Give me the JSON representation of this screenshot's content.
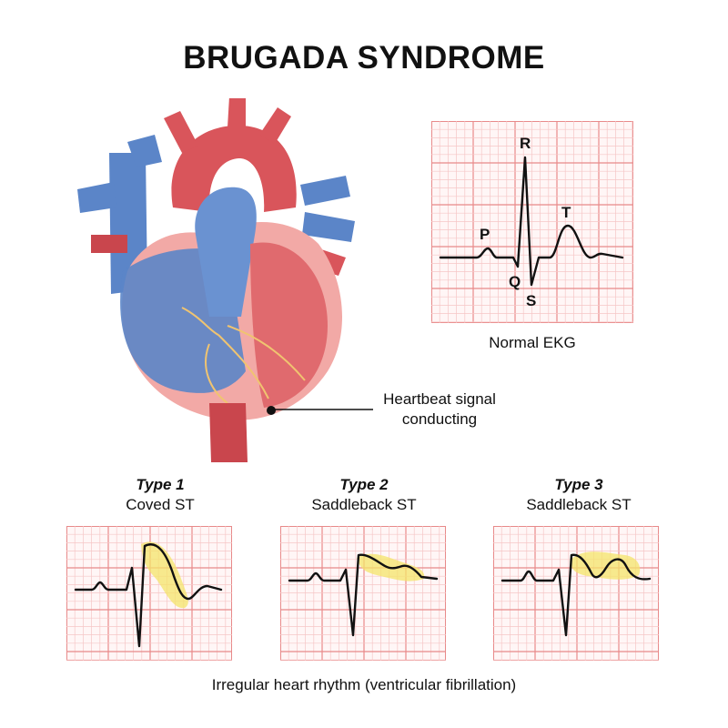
{
  "title": "BRUGADA SYNDROME",
  "normal_ekg": {
    "caption": "Normal EKG",
    "labels": {
      "p": "P",
      "q": "Q",
      "r": "R",
      "s": "S",
      "t": "T"
    }
  },
  "heart": {
    "callout": "Heartbeat signal conducting"
  },
  "types": [
    {
      "title": "Type 1",
      "subtitle": "Coved ST"
    },
    {
      "title": "Type 2",
      "subtitle": "Saddleback ST"
    },
    {
      "title": "Type 3",
      "subtitle": "Saddleback ST"
    }
  ],
  "footer": "Irregular heart rhythm (ventricular fibrillation)",
  "colors": {
    "grid_major": "#e88a8a",
    "grid_minor": "#f6c6c6",
    "highlight": "#f4e46a",
    "vein_blue": "#5b85c8",
    "artery_red": "#d9555b",
    "muscle_pink": "#f2a9a6"
  }
}
